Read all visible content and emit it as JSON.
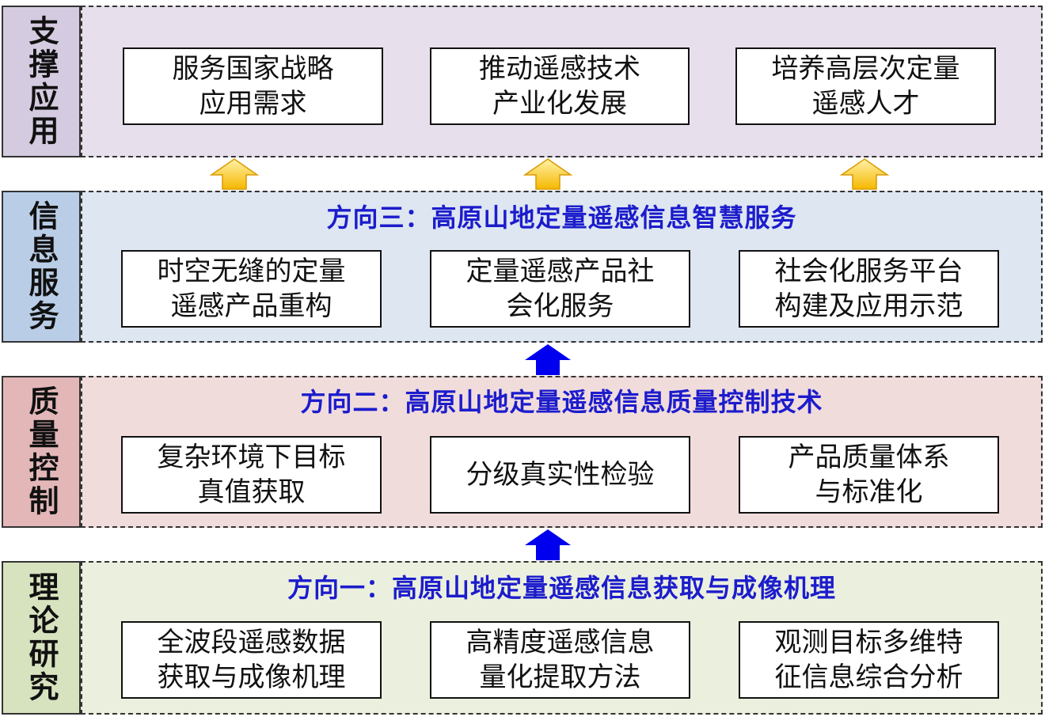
{
  "layers": [
    {
      "label": "支撑应用",
      "colors": {
        "side": "#d5cbe0",
        "band": "#e7e0ec"
      },
      "boxes": [
        "服务国家战略\n应用需求",
        "推动遥感技术\n产业化发展",
        "培养高层次定量\n遥感人才"
      ]
    },
    {
      "label": "信息服务",
      "title": "方向三：高原山地定量遥感信息智慧服务",
      "colors": {
        "side": "#b9cde6",
        "band": "#dde6f1"
      },
      "boxes": [
        "时空无缝的定量\n遥感产品重构",
        "定量遥感产品社\n会化服务",
        "社会化服务平台\n构建及应用示范"
      ]
    },
    {
      "label": "质量控制",
      "title": "方向二：高原山地定量遥感信息质量控制技术",
      "colors": {
        "side": "#e3b7b8",
        "band": "#f1dcdc"
      },
      "boxes": [
        "复杂环境下目标\n真值获取",
        "分级真实性检验",
        "产品质量体系\n与标准化"
      ]
    },
    {
      "label": "理论研究",
      "title": "方向一：高原山地定量遥感信息获取与成像机理",
      "colors": {
        "side": "#d7e3bf",
        "band": "#ebf0de"
      },
      "boxes": [
        "全波段遥感数据\n获取与成像机理",
        "高精度遥感信息\n量化提取方法",
        "观测目标多维特\n征信息综合分析"
      ]
    }
  ],
  "arrow_colors": {
    "gold_top": "#fff2a8",
    "gold_bottom": "#f5b800",
    "gold_edge": "#d99a00",
    "blue": "#0000ee"
  }
}
